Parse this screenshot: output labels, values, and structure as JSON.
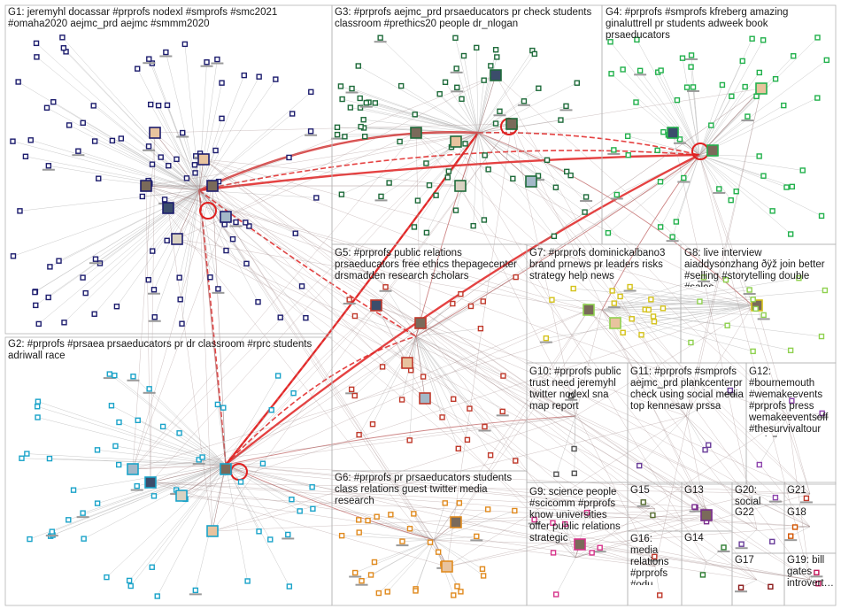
{
  "groups": [
    {
      "id": "G1",
      "label": "G1: jeremyhl docassar #prprofs nodexl #smprofs #smc2021 #omaha2020 aejmc_prd aejmc #smmm2020",
      "color": "#1d1d6e"
    },
    {
      "id": "G2",
      "label": "G2: #prprofs #prsaea prsaeducators pr dr classroom #rprc students adriwall race",
      "color": "#1aa3c9"
    },
    {
      "id": "G3",
      "label": "G3: #prprofs aejmc_prd prsaeducators pr check students classroom #prethics20 people dr_nlogan",
      "color": "#1e6b3a"
    },
    {
      "id": "G4",
      "label": "G4: #prprofs #smprofs kfreberg amazing ginaluttrell pr students adweek book prsaeducators",
      "color": "#22b14c"
    },
    {
      "id": "G5",
      "label": "G5: #prprofs public relations prsaeducators free ethics thepagecenter drsmadden research scholars",
      "color": "#c0392b"
    },
    {
      "id": "G6",
      "label": "G6: #prprofs pr prsaeducators students class relations guest twitter media research",
      "color": "#e08a1e"
    },
    {
      "id": "G7",
      "label": "G7: #prprofs dominickalbano3 brand prnews pr leaders risks strategy help news",
      "color": "#d4c21a"
    },
    {
      "id": "G8",
      "label": "G8: live interview aiaddysonzhang ðÿž join better #selling #storytelling double #sales",
      "color": "#8fd14f"
    },
    {
      "id": "G9",
      "label": "G9: science people #scicomm #prprofs know universities offer public relations strategic",
      "color": "#d6338a"
    },
    {
      "id": "G10",
      "label": "G10: #prprofs public trust need jeremyhl twitter nodexl sna map report",
      "color": "#555555"
    },
    {
      "id": "G11",
      "label": "G11: #prprofs #smprofs aejmc_prd plankcenterpr check using social media top kennesaw prssa",
      "color": "#6a3d9a"
    },
    {
      "id": "G12",
      "label": "G12: #bournemouth #wemakeevents #prprofs press wemakeeventsoff #thesurvivaltour socially…",
      "color": "#8e44ad"
    },
    {
      "id": "G13",
      "label": "G13",
      "color": "#7b2d8e"
    },
    {
      "id": "G14",
      "label": "G14",
      "color": "#2e7d32"
    },
    {
      "id": "G15",
      "label": "G15",
      "color": "#556b2f"
    },
    {
      "id": "G16",
      "label": "G16: media relations #prprofs #odu…",
      "color": "#c0392b"
    },
    {
      "id": "G17",
      "label": "G17",
      "color": "#8b1a1a"
    },
    {
      "id": "G18",
      "label": "G18",
      "color": "#d35400"
    },
    {
      "id": "G19",
      "label": "G19: bill gates introvert…",
      "color": "#c2185b"
    },
    {
      "id": "G20",
      "label": "G20: social",
      "color": "#8e44ad"
    },
    {
      "id": "G21",
      "label": "G21",
      "color": "#c0392b"
    },
    {
      "id": "G22",
      "label": "G22",
      "color": "#6a3d9a"
    }
  ]
}
